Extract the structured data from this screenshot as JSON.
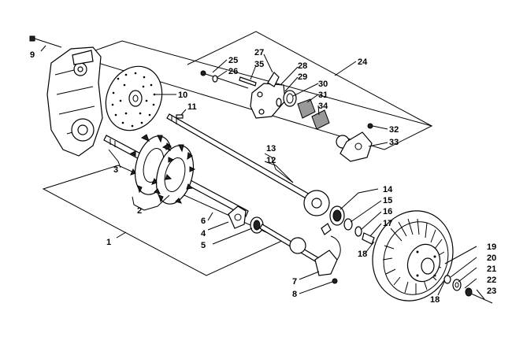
{
  "diagram": {
    "callouts": [
      {
        "id": "c1",
        "text": "1"
      },
      {
        "id": "c2",
        "text": "2"
      },
      {
        "id": "c3",
        "text": "3"
      },
      {
        "id": "c4",
        "text": "4"
      },
      {
        "id": "c5",
        "text": "5"
      },
      {
        "id": "c6",
        "text": "6"
      },
      {
        "id": "c7",
        "text": "7"
      },
      {
        "id": "c8",
        "text": "8"
      },
      {
        "id": "c9",
        "text": "9"
      },
      {
        "id": "c10",
        "text": "10"
      },
      {
        "id": "c11",
        "text": "11"
      },
      {
        "id": "c12",
        "text": "12"
      },
      {
        "id": "c13",
        "text": "13"
      },
      {
        "id": "c14",
        "text": "14"
      },
      {
        "id": "c15",
        "text": "15"
      },
      {
        "id": "c16",
        "text": "16"
      },
      {
        "id": "c17",
        "text": "17"
      },
      {
        "id": "c18a",
        "text": "18"
      },
      {
        "id": "c18b",
        "text": "18"
      },
      {
        "id": "c19",
        "text": "19"
      },
      {
        "id": "c20",
        "text": "20"
      },
      {
        "id": "c21",
        "text": "21"
      },
      {
        "id": "c22",
        "text": "22"
      },
      {
        "id": "c23",
        "text": "23"
      },
      {
        "id": "c24",
        "text": "24"
      },
      {
        "id": "c25",
        "text": "25"
      },
      {
        "id": "c26",
        "text": "26"
      },
      {
        "id": "c27",
        "text": "27"
      },
      {
        "id": "c28",
        "text": "28"
      },
      {
        "id": "c29",
        "text": "29"
      },
      {
        "id": "c30",
        "text": "30"
      },
      {
        "id": "c31",
        "text": "31"
      },
      {
        "id": "c32",
        "text": "32"
      },
      {
        "id": "c33",
        "text": "33"
      },
      {
        "id": "c34",
        "text": "34"
      },
      {
        "id": "c35",
        "text": "35"
      }
    ]
  }
}
